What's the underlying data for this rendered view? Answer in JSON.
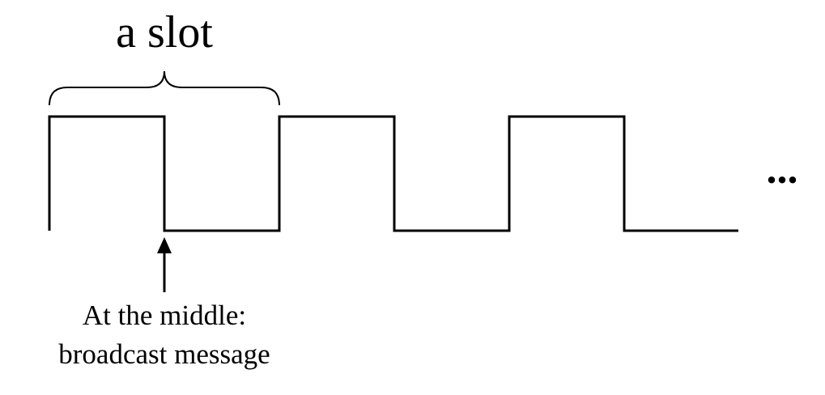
{
  "diagram": {
    "slot_label": "a slot",
    "ellipsis": "...",
    "annotation": {
      "line1": "At the middle:",
      "line2": "broadcast message"
    }
  },
  "colors": {
    "stroke": "#000000",
    "background": "#ffffff",
    "text": "#000000"
  }
}
